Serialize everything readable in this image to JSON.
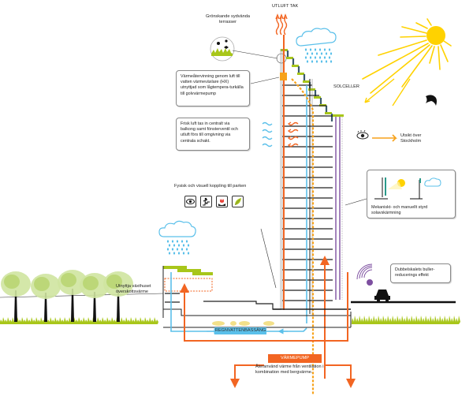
{
  "title_top": "UTLUFT TAK",
  "labels": {
    "terraces": "Grönskande sydvända terrasser",
    "solar": "SOLCELLER",
    "view": "Utsikt över Stockholm",
    "park_link": "Fysisk och visuell koppling till parken",
    "greenhouse": "Utnyttja växthuset överskottsvärme",
    "rainwater_tank": "REGNVATTENBASSÄNG",
    "heat_pump": "VÄRMEPUMP",
    "heat_recovery": "Återanvänd värme från ventilation i kombination med bergvärme."
  },
  "callouts": {
    "heat_recovery_box": "Värmeåtervinning genom luft till vatten värmeväxlare (HX) utnyttjad som lågtempera-turkälla till golvvärmepump",
    "fresh_air_box": "Frisk luft tas in centralt via balkong samt fönsterventil och utluft förs till omgivning via centrala schakt.",
    "sunshade_box": "Mekaniskt- och manuellt styrd solavskärmning",
    "noise_box": "Dubbelskalets buller-reducerings effekt"
  },
  "park_icons": [
    "eye-icon",
    "stairs-runner-icon",
    "tulip-icon",
    "leaf-icon"
  ],
  "colors": {
    "sun": "#ffd200",
    "exhaust_orange": "#f26522",
    "dashed_orange": "#f7a21b",
    "water_blue": "#5bc0ea",
    "green_roof": "#a8c61a",
    "glass_teal": "#3a5a6b",
    "purple_facade": "#7d4fa0",
    "floor_line": "#222222"
  }
}
